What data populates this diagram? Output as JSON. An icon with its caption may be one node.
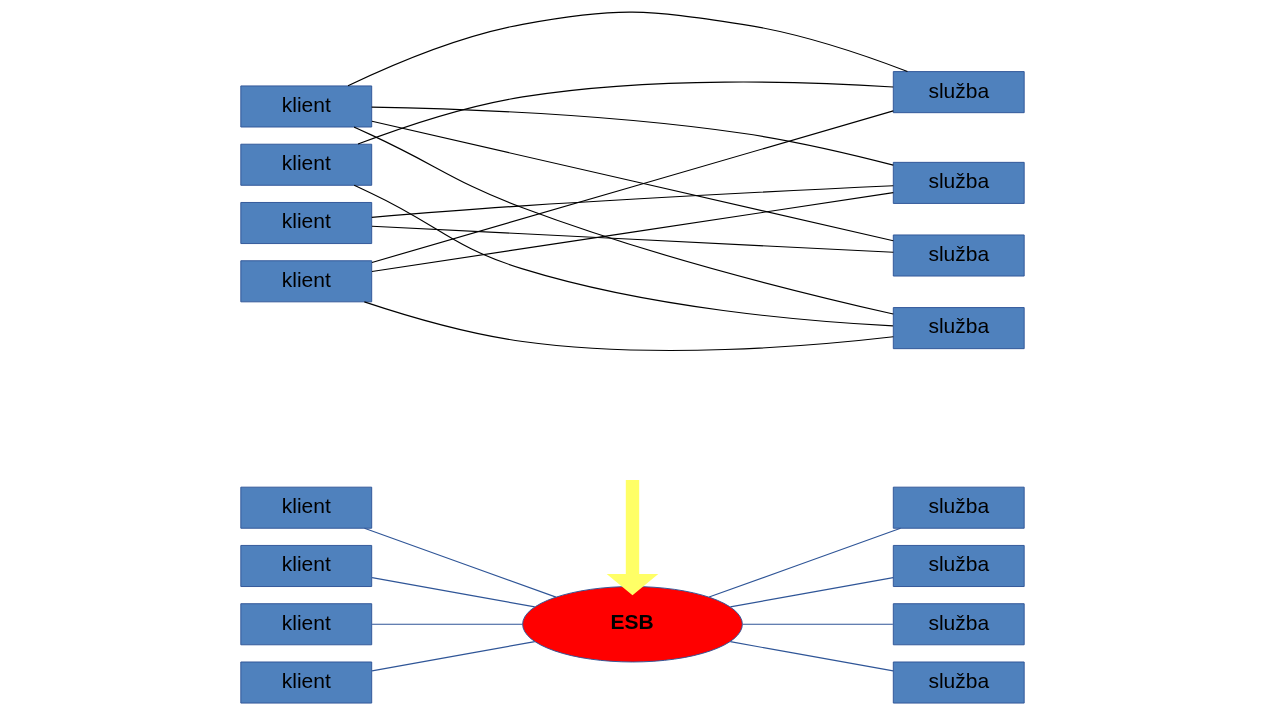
{
  "diagram": {
    "nodes": [
      {
        "text": [
          "klient"
        ]
      },
      {
        "text": [
          "služba"
        ]
      },
      {
        "text": [
          "klient"
        ]
      },
      {
        "text": [
          "služba"
        ]
      },
      {
        "text": [
          "klient"
        ]
      },
      {
        "text": [
          "služba"
        ]
      },
      {
        "text": [
          "klient"
        ]
      },
      {
        "text": [
          "služba"
        ]
      },
      {
        "text": [
          "klient"
        ]
      },
      {
        "text": [
          "služba"
        ]
      },
      {
        "text": [
          "klient"
        ]
      },
      {
        "text": [
          "služba"
        ]
      },
      {
        "text": [
          "ESB"
        ]
      },
      {
        "text": [
          "klient"
        ]
      },
      {
        "text": [
          "služba"
        ]
      },
      {
        "text": [
          "klient"
        ]
      },
      {
        "text": [
          "služba"
        ]
      }
    ],
    "edges": [
      {
        "from": 0,
        "to": 1,
        "arrow": "none"
      },
      {
        "from": 0,
        "to": 3,
        "arrow": "none"
      },
      {
        "from": 0,
        "to": 5,
        "arrow": "none"
      },
      {
        "from": 0,
        "to": 7,
        "arrow": "none"
      },
      {
        "from": 2,
        "to": 1,
        "arrow": "none"
      },
      {
        "from": 2,
        "to": 7,
        "arrow": "none"
      },
      {
        "from": 4,
        "to": 3,
        "arrow": "none"
      },
      {
        "from": 4,
        "to": 5,
        "arrow": "none"
      },
      {
        "from": 6,
        "to": 1,
        "arrow": "none"
      },
      {
        "from": 6,
        "to": 3,
        "arrow": "none"
      },
      {
        "from": 6,
        "to": 7,
        "arrow": "none"
      },
      {
        "from": null,
        "to": 12,
        "arrow": "to",
        "style": "thick",
        "color": "#ffff66"
      },
      {
        "from": 8,
        "to": 12,
        "arrow": "none",
        "color": "#2f5597"
      },
      {
        "from": 10,
        "to": 12,
        "arrow": "none",
        "color": "#2f5597"
      },
      {
        "from": 13,
        "to": 12,
        "arrow": "none",
        "color": "#2f5597"
      },
      {
        "from": 15,
        "to": 12,
        "arrow": "none",
        "color": "#2f5597"
      },
      {
        "from": 12,
        "to": 9,
        "arrow": "none",
        "color": "#2f5597"
      },
      {
        "from": 12,
        "to": 11,
        "arrow": "none",
        "color": "#2f5597"
      },
      {
        "from": 12,
        "to": 14,
        "arrow": "none",
        "color": "#2f5597"
      },
      {
        "from": 12,
        "to": 16,
        "arrow": "none",
        "color": "#2f5597"
      }
    ]
  }
}
